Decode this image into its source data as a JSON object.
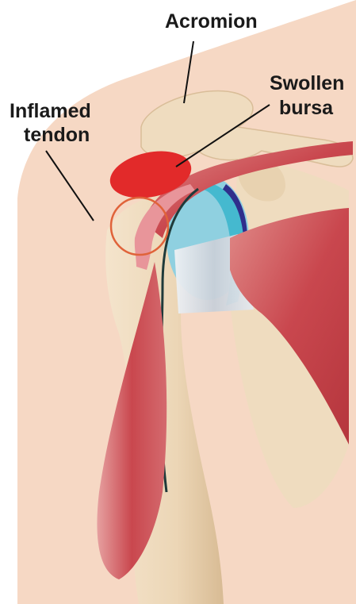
{
  "labels": {
    "acromion": "Acromion",
    "swollen_bursa_line1": "Swollen",
    "swollen_bursa_line2": "bursa",
    "inflamed_tendon_line1": "Inflamed",
    "inflamed_tendon_line2": "tendon"
  },
  "colors": {
    "skin": "#f6d8c4",
    "bone": "#efdcbf",
    "bone_shadow": "#d9bd98",
    "muscle": "#c9474e",
    "muscle_light": "#e08a88",
    "tendon": "#d9dde4",
    "bursa": "#e22a2a",
    "cartilage": "#8fd0e0",
    "ligament_blue": "#2f2f8c",
    "circle_outline": "#e0633a",
    "leader_line": "#111111"
  }
}
